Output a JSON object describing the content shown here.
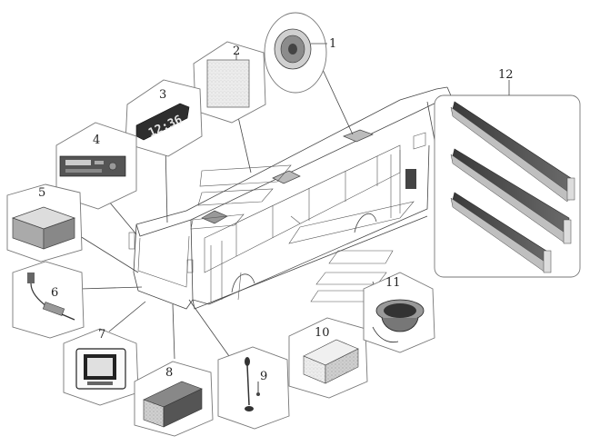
{
  "callouts": [
    {
      "id": 1,
      "label": "1"
    },
    {
      "id": 2,
      "label": "2"
    },
    {
      "id": 3,
      "label": "3"
    },
    {
      "id": 4,
      "label": "4"
    },
    {
      "id": 5,
      "label": "5"
    },
    {
      "id": 6,
      "label": "6"
    },
    {
      "id": 7,
      "label": "7"
    },
    {
      "id": 8,
      "label": "8"
    },
    {
      "id": 9,
      "label": "9"
    },
    {
      "id": 10,
      "label": "10"
    },
    {
      "id": 11,
      "label": "11"
    },
    {
      "id": 12,
      "label": "12"
    }
  ],
  "display_digits": "12:36",
  "colors": {
    "line": "#444444",
    "bubble_stroke": "#777777",
    "panel_dark": "#333333",
    "panel_mid": "#8a8a8a",
    "panel_light": "#d9d9d9"
  }
}
